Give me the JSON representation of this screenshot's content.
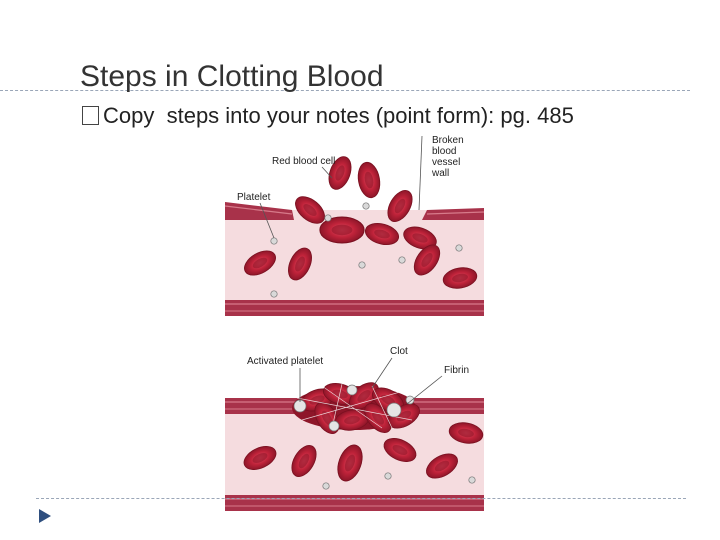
{
  "slide": {
    "title": "Steps in Clotting Blood",
    "bullet": {
      "marker": "□",
      "lead": "Copy",
      "text": "steps into your notes (point form): pg. 485"
    }
  },
  "figure": {
    "top_panel": {
      "labels": {
        "red_blood_cell": "Red blood cell",
        "platelet": "Platelet",
        "broken_wall_1": "Broken",
        "broken_wall_2": "blood",
        "broken_wall_3": "vessel",
        "broken_wall_4": "wall"
      }
    },
    "bottom_panel": {
      "labels": {
        "activated_platelet": "Activated platelet",
        "clot": "Clot",
        "fibrin": "Fibrin"
      }
    }
  },
  "colors": {
    "title": "#333333",
    "rule": "#9aa6b8",
    "nav_arrow": "#2f4f7f",
    "vessel_wall": "#a8324a",
    "plasma": "#f5dcdf",
    "rbc": "#c0233a",
    "platelet": "#d9d9d9"
  }
}
